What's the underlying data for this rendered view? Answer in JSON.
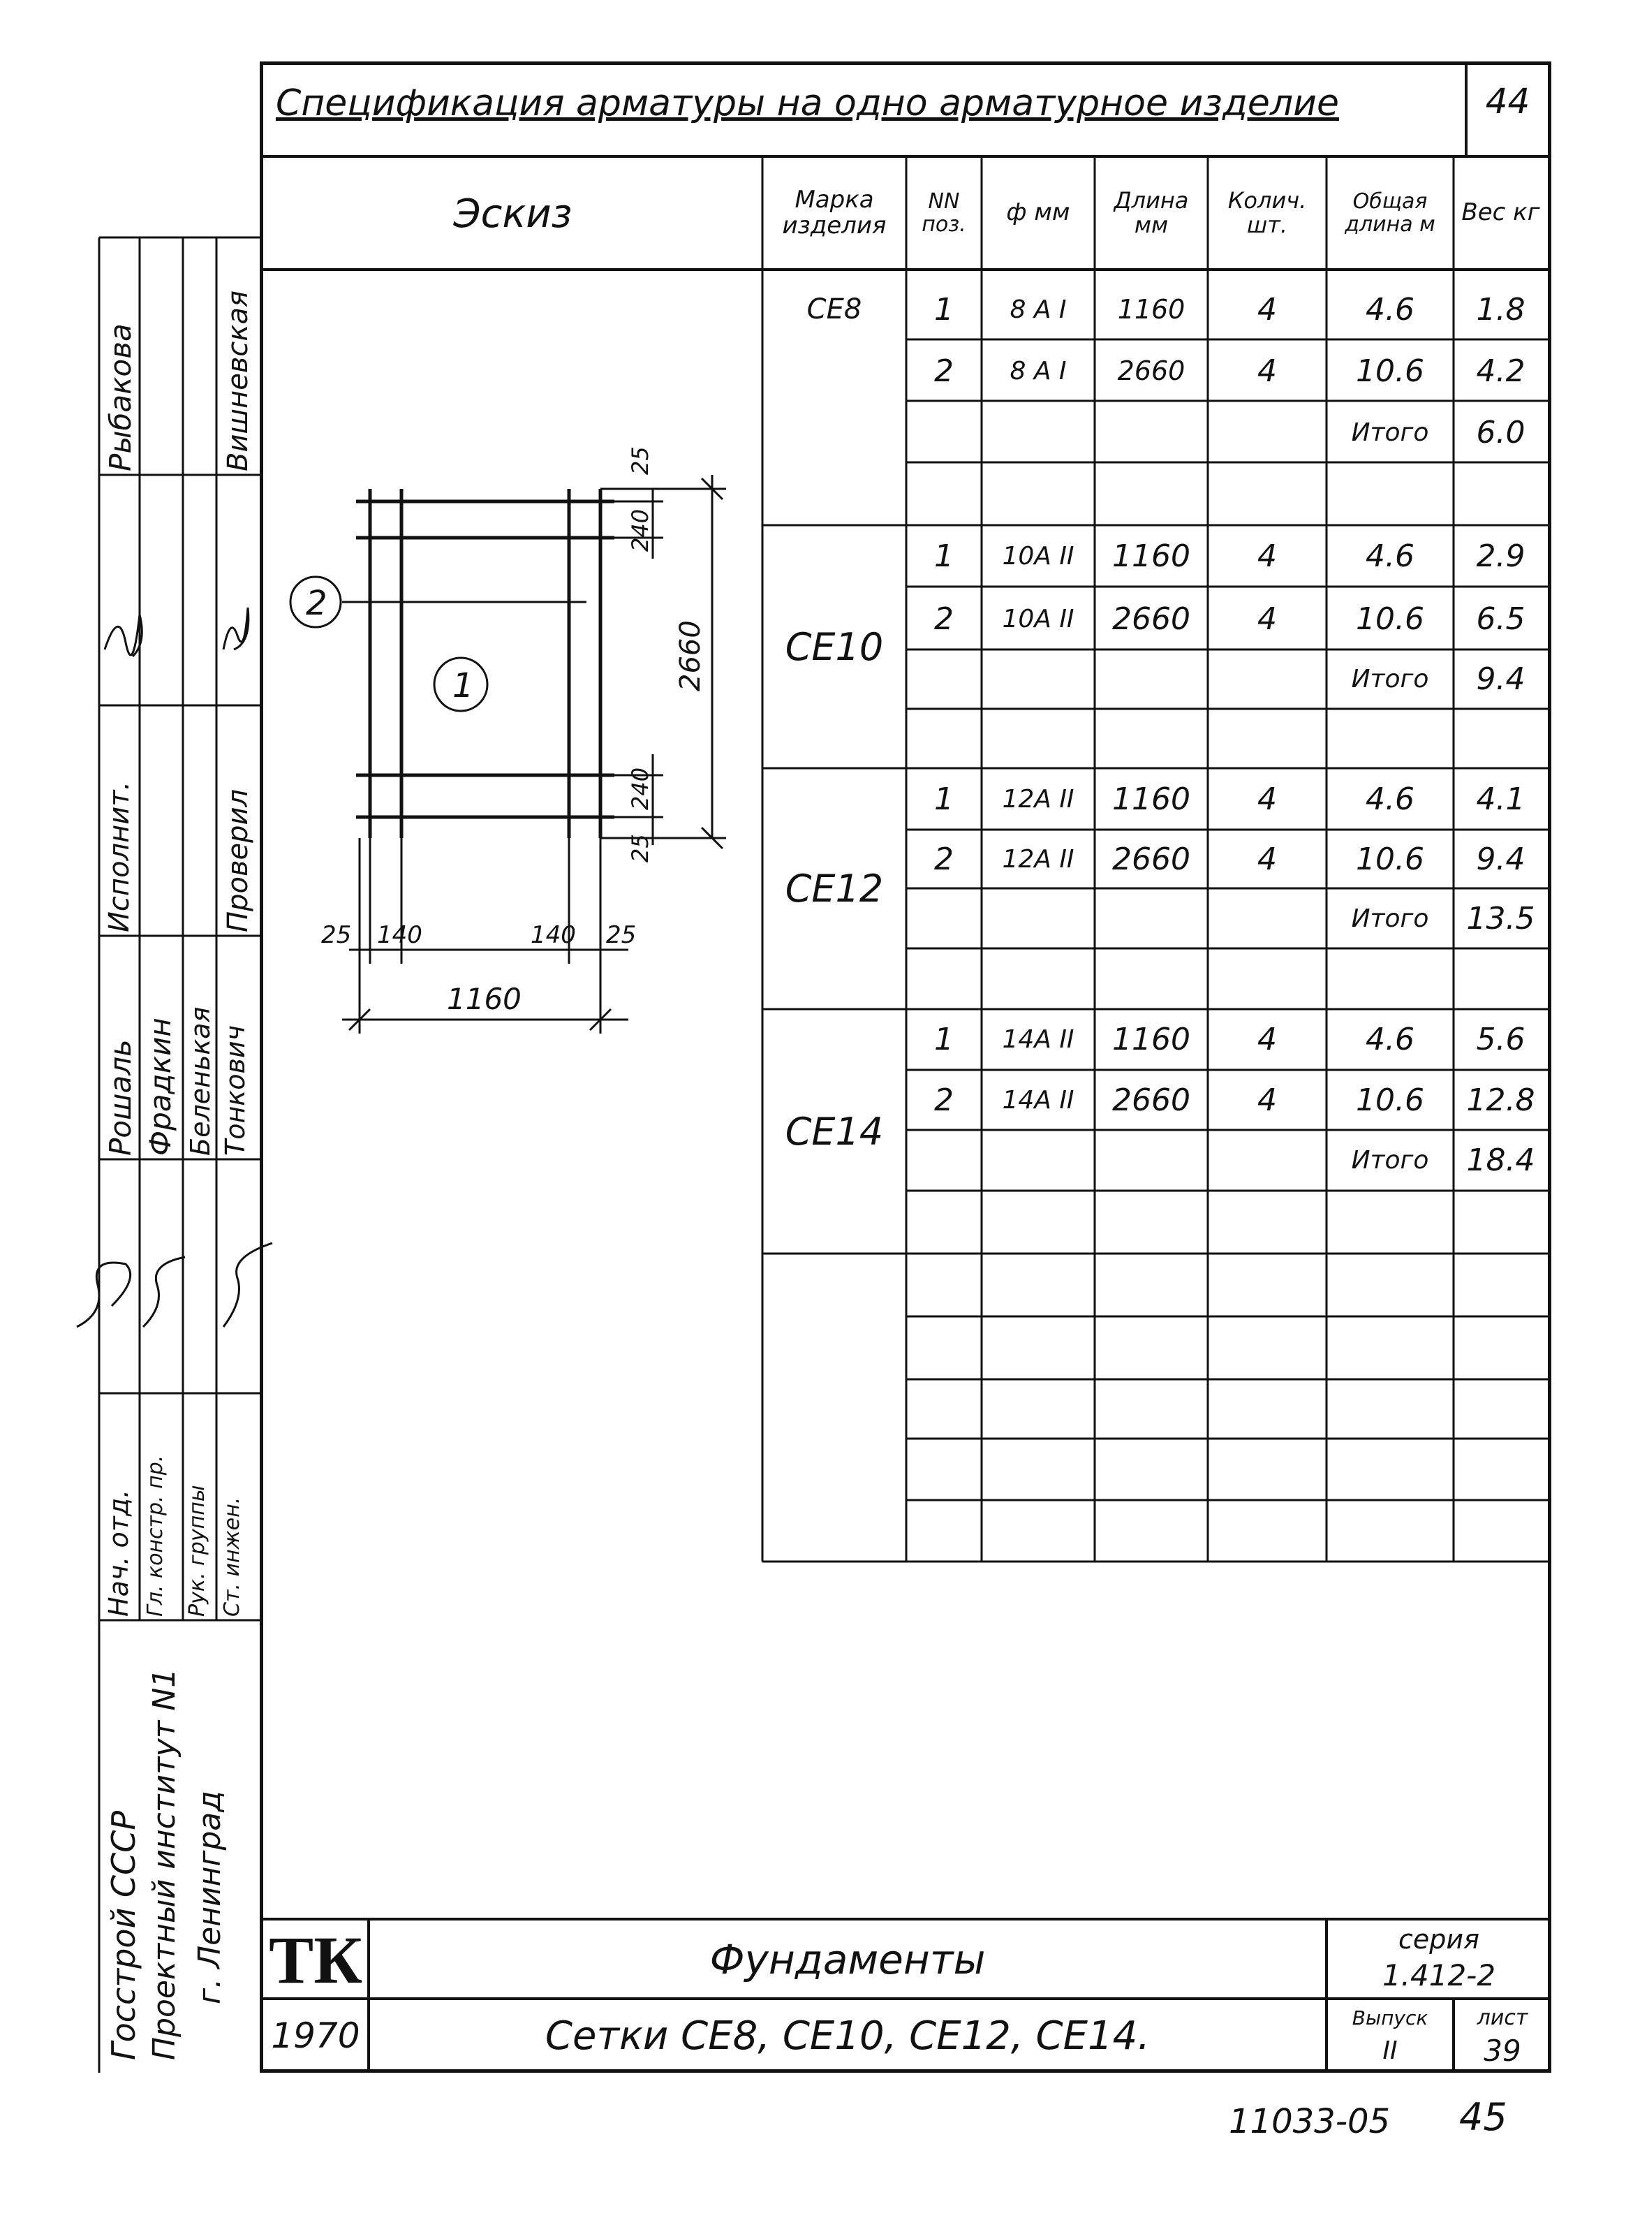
{
  "sheet_number_top": "44",
  "title": "Спецификация арматуры на одно арматурное изделие",
  "sketch_header": "Эскиз",
  "columns": [
    {
      "key": "mark",
      "label": "Марка изделия"
    },
    {
      "key": "pos",
      "label": "NN поз."
    },
    {
      "key": "dia",
      "label": "ф мм"
    },
    {
      "key": "len",
      "label": "Длина мм"
    },
    {
      "key": "qty",
      "label": "Колич. шт."
    },
    {
      "key": "total",
      "label": "Общая длина м"
    },
    {
      "key": "weight",
      "label": "Вес кг"
    }
  ],
  "groups": [
    {
      "mark": "СЕ8",
      "rows": [
        {
          "pos": "1",
          "dia": "8 А I",
          "len": "1160",
          "qty": "4",
          "total": "4.6",
          "weight": "1.8"
        },
        {
          "pos": "2",
          "dia": "8 А I",
          "len": "2660",
          "qty": "4",
          "total": "10.6",
          "weight": "4.2"
        }
      ],
      "total_label": "Итого",
      "total_weight": "6.0"
    },
    {
      "mark": "СЕ10",
      "rows": [
        {
          "pos": "1",
          "dia": "10А II",
          "len": "1160",
          "qty": "4",
          "total": "4.6",
          "weight": "2.9"
        },
        {
          "pos": "2",
          "dia": "10А II",
          "len": "2660",
          "qty": "4",
          "total": "10.6",
          "weight": "6.5"
        }
      ],
      "total_label": "Итого",
      "total_weight": "9.4"
    },
    {
      "mark": "СЕ12",
      "rows": [
        {
          "pos": "1",
          "dia": "12А II",
          "len": "1160",
          "qty": "4",
          "total": "4.6",
          "weight": "4.1"
        },
        {
          "pos": "2",
          "dia": "12А II",
          "len": "2660",
          "qty": "4",
          "total": "10.6",
          "weight": "9.4"
        }
      ],
      "total_label": "Итого",
      "total_weight": "13.5"
    },
    {
      "mark": "СЕ14",
      "rows": [
        {
          "pos": "1",
          "dia": "14А II",
          "len": "1160",
          "qty": "4",
          "total": "4.6",
          "weight": "5.6"
        },
        {
          "pos": "2",
          "dia": "14А II",
          "len": "2660",
          "qty": "4",
          "total": "10.6",
          "weight": "12.8"
        }
      ],
      "total_label": "Итого",
      "total_weight": "18.4"
    }
  ],
  "sketch": {
    "dim_total_height": "2660",
    "dim_total_width": "1160",
    "dim_25": "25",
    "dim_240": "240",
    "dim_140": "140",
    "pos_1": "1",
    "pos_2": "2"
  },
  "left_strip": {
    "org_1": "Госстрой СССР",
    "org_2": "Проектный институт N1",
    "org_3": "г. Ленинград",
    "roles": [
      "Нач. отд.",
      "Гл. констр. пр.",
      "Рук. группы",
      "Ст. инжен."
    ],
    "names": [
      "Рошаль",
      "Фрадкин",
      "Беленькая",
      "Тонкович"
    ],
    "roles2": [
      "Исполнит.",
      "Проверил"
    ],
    "names2": [
      "Рыбакова",
      "Вишневская"
    ]
  },
  "title_block": {
    "logo": "ТК",
    "year": "1970",
    "subject": "Фундаменты",
    "drawing_title": "Сетки СЕ8, СЕ10, СЕ12, СЕ14.",
    "series_label": "серия",
    "series_value": "1.412-2",
    "issue_label": "Выпуск",
    "issue_value": "II",
    "sheet_label": "лист",
    "sheet_value": "39"
  },
  "footer_code": "11033-05",
  "footer_page": "45"
}
